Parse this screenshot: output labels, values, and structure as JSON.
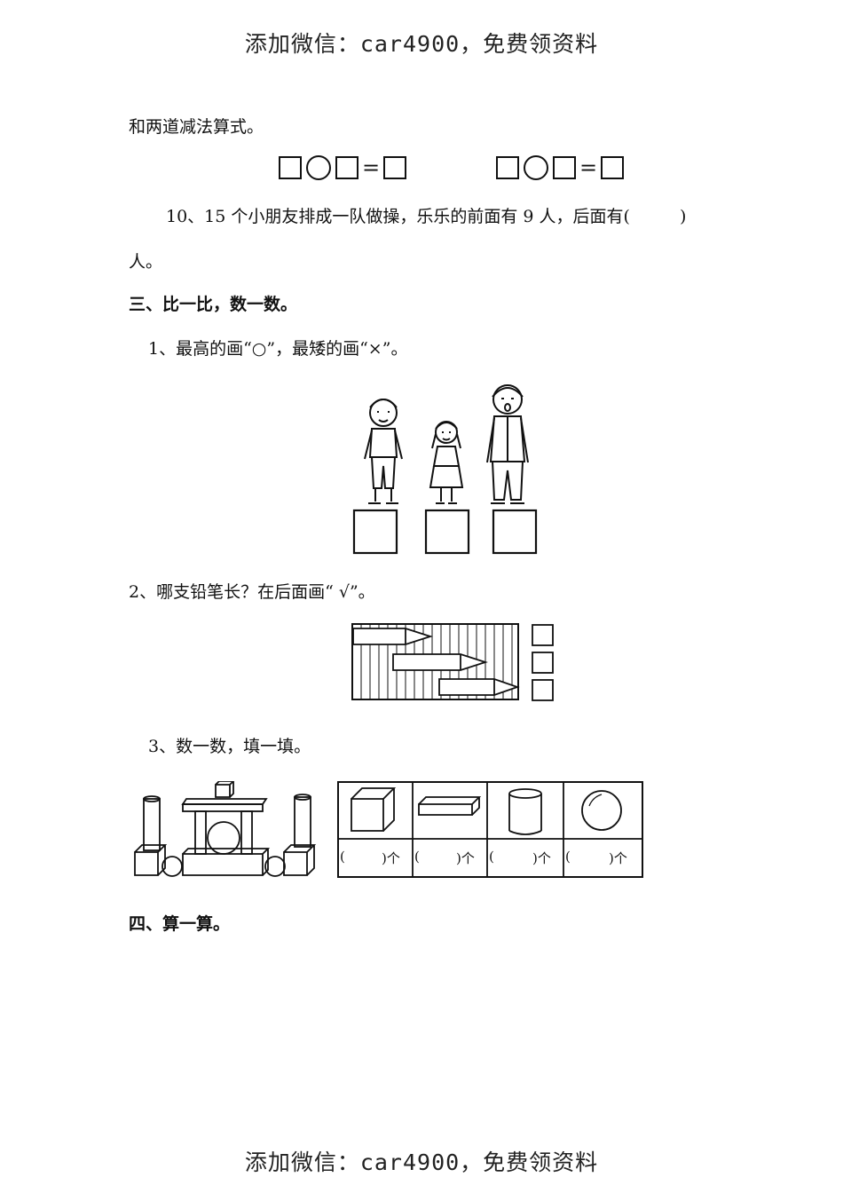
{
  "header": {
    "banner": "添加微信：car4900，免费领资料"
  },
  "footer": {
    "banner": "添加微信：car4900，免费领资料"
  },
  "q9": {
    "tail": "和两道减法算式。",
    "eq_sign": "="
  },
  "q10": {
    "text_a": "10、15 个小朋友排成一队做操，乐乐的前面有 9 人，后面有(",
    "text_b": ")",
    "text_c": "人。"
  },
  "section3": {
    "title": "三、比一比，数一数。",
    "q1": "1、最高的画“○”，最矮的画“×”。",
    "q2": "2、哪支铅笔长？在后面画“ √”。",
    "q3": "3、数一数，填一填。",
    "count_labels": [
      "(",
      ")个",
      "(",
      ")个",
      "(",
      ")个",
      "(",
      ")个"
    ]
  },
  "section4": {
    "title": "四、算一算。"
  }
}
